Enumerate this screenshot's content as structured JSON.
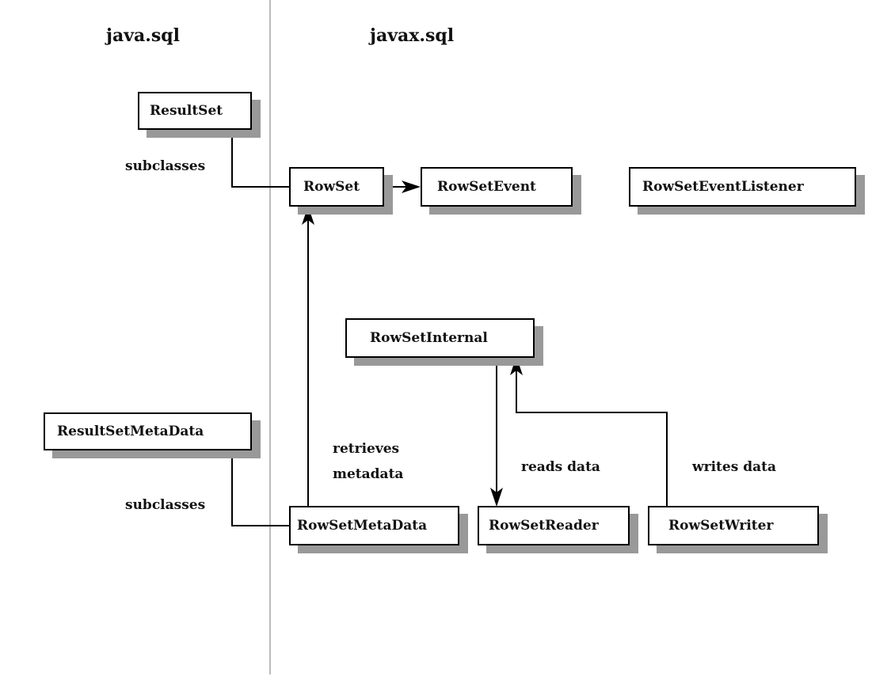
{
  "packages": {
    "left": "java.sql",
    "right": "javax.sql"
  },
  "classes": {
    "result_set": "ResultSet",
    "row_set": "RowSet",
    "row_set_event": "RowSetEvent",
    "row_set_event_listener": "RowSetEventListener",
    "row_set_internal": "RowSetInternal",
    "result_set_meta_data": "ResultSetMetaData",
    "row_set_meta_data": "RowSetMetaData",
    "row_set_reader": "RowSetReader",
    "row_set_writer": "RowSetWriter"
  },
  "relations": {
    "subclasses_top": "subclasses",
    "subclasses_bottom": "subclasses",
    "retrieves_line1": "retrieves",
    "retrieves_line2": "metadata",
    "reads_data": "reads data",
    "writes_data": "writes data"
  },
  "colors": {
    "line": "#000000",
    "shadow": "#999999",
    "divider": "#bbbbbb"
  }
}
